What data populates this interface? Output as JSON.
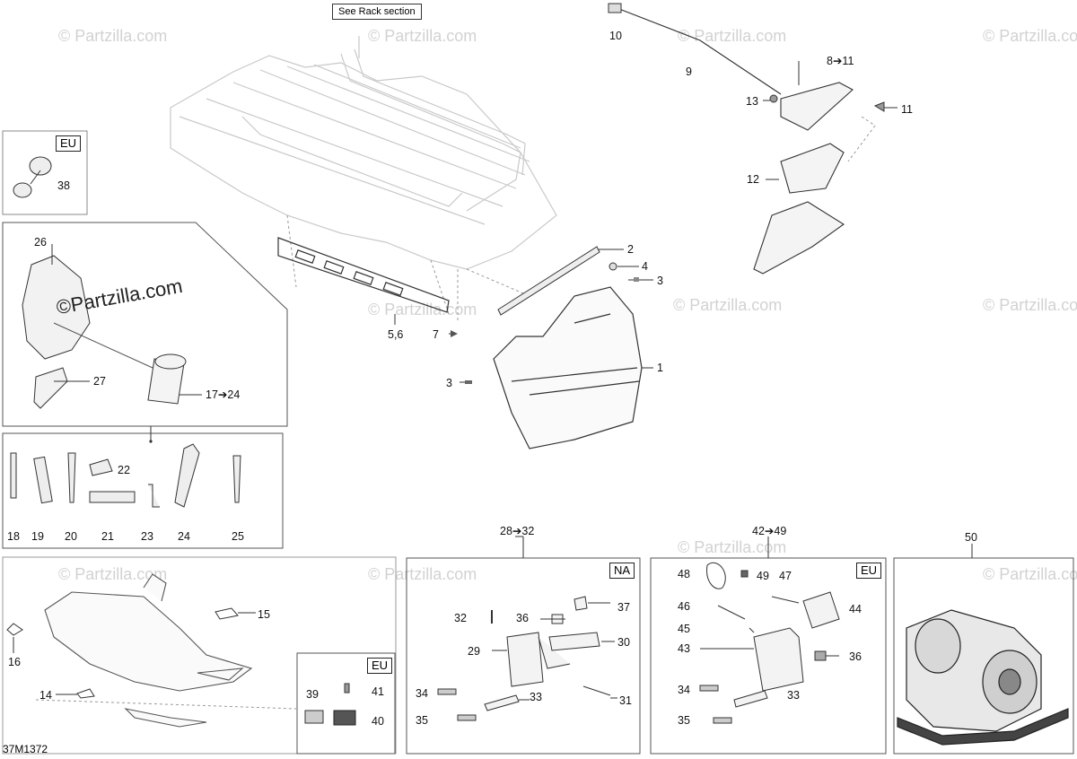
{
  "diagram": {
    "code": "37M1372",
    "rack_note": "See Rack section",
    "watermark": "© Partzilla.com",
    "watermark_logo": "©Partzilla.com",
    "region_tags": {
      "eu": "EU",
      "na": "NA"
    },
    "callouts": {
      "c1": "1",
      "c2": "2",
      "c3a": "3",
      "c3b": "3",
      "c4": "4",
      "c56": "5,6",
      "c7": "7",
      "c9": "9",
      "c10": "10",
      "c8_11": "8➔11",
      "c11": "11",
      "c12": "12",
      "c13": "13",
      "c14": "14",
      "c15": "15",
      "c16": "16",
      "c17_24": "17➔24",
      "c18": "18",
      "c19": "19",
      "c20": "20",
      "c21": "21",
      "c22": "22",
      "c23": "23",
      "c24": "24",
      "c25": "25",
      "c26": "26",
      "c27": "27",
      "c28_32": "28➔32",
      "c29": "29",
      "c30": "30",
      "c31": "31",
      "c32": "32",
      "c33a": "33",
      "c33b": "33",
      "c34a": "34",
      "c34b": "34",
      "c35a": "35",
      "c35b": "35",
      "c36a": "36",
      "c36b": "36",
      "c37": "37",
      "c38": "38",
      "c39": "39",
      "c40": "40",
      "c41": "41",
      "c42_49": "42➔49",
      "c43": "43",
      "c44": "44",
      "c45": "45",
      "c46": "46",
      "c47": "47",
      "c48": "48",
      "c49": "49",
      "c50": "50"
    }
  }
}
